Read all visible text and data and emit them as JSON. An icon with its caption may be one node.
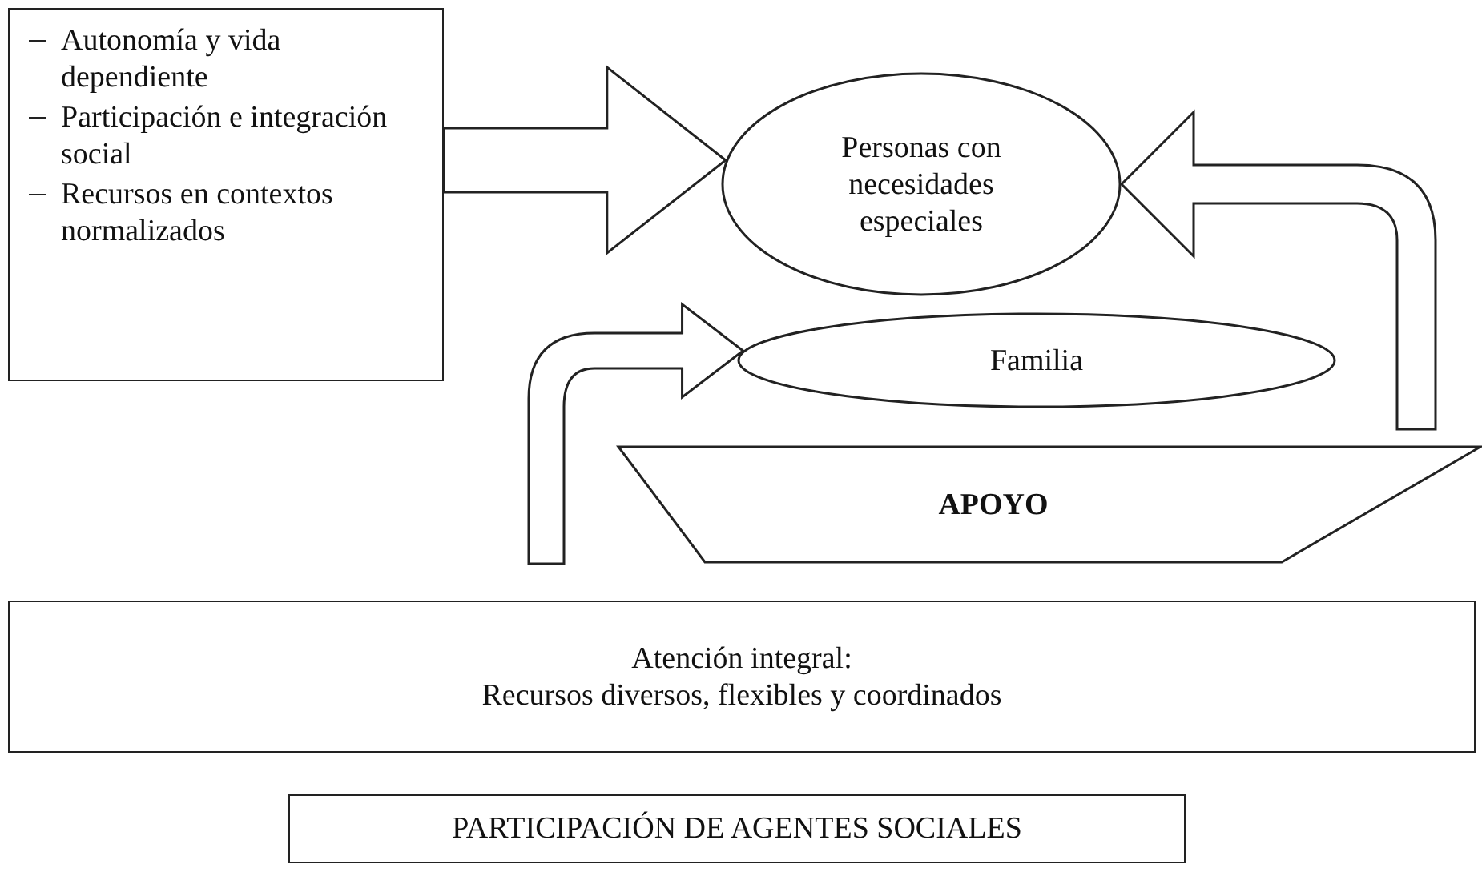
{
  "diagram": {
    "nodes": [
      {
        "text": [
          "Autonomía y vida dependiente",
          "Participación e integración social",
          "Recursos en contextos normalizados"
        ]
      },
      {
        "text": [
          "Personas con necesidades especiales"
        ]
      },
      {
        "text": [
          "Familia"
        ]
      },
      {
        "text": [
          "APOYO"
        ]
      },
      {
        "text": [
          "Atención integral:",
          "Recursos diversos, flexibles y coordinados"
        ]
      },
      {
        "text": [
          "PARTICIPACIÓN DE AGENTES SOCIALES"
        ]
      }
    ],
    "edges": [
      {
        "from": 0,
        "to": 1,
        "arrow": "to"
      },
      {
        "from": null,
        "to": 2,
        "arrow": "to"
      },
      {
        "from": null,
        "to": 1,
        "arrow": "to"
      }
    ]
  }
}
